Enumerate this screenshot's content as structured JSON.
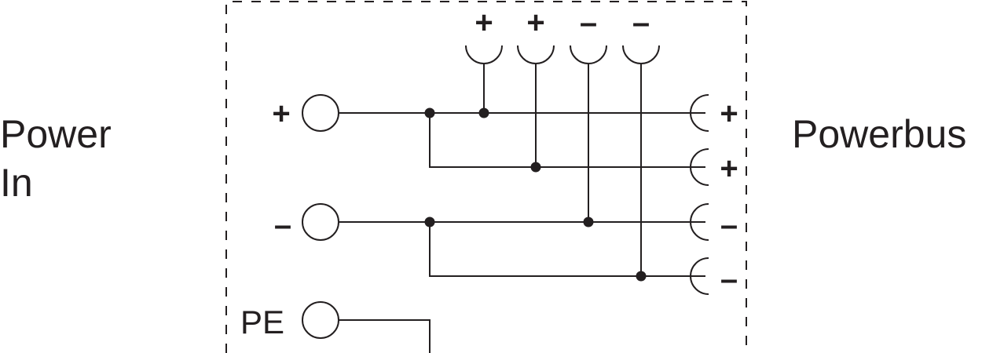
{
  "labels": {
    "power_in_line1": "Power",
    "power_in_line2": "In",
    "powerbus": "Powerbus",
    "pe": "PE"
  },
  "input_signs": {
    "positive": "+",
    "negative": "–"
  },
  "top_socket_signs": [
    "+",
    "+",
    "–",
    "–"
  ],
  "right_socket_signs": [
    "+",
    "+",
    "–",
    "–"
  ],
  "colors": {
    "line": "#231f20",
    "background": "#ffffff"
  }
}
